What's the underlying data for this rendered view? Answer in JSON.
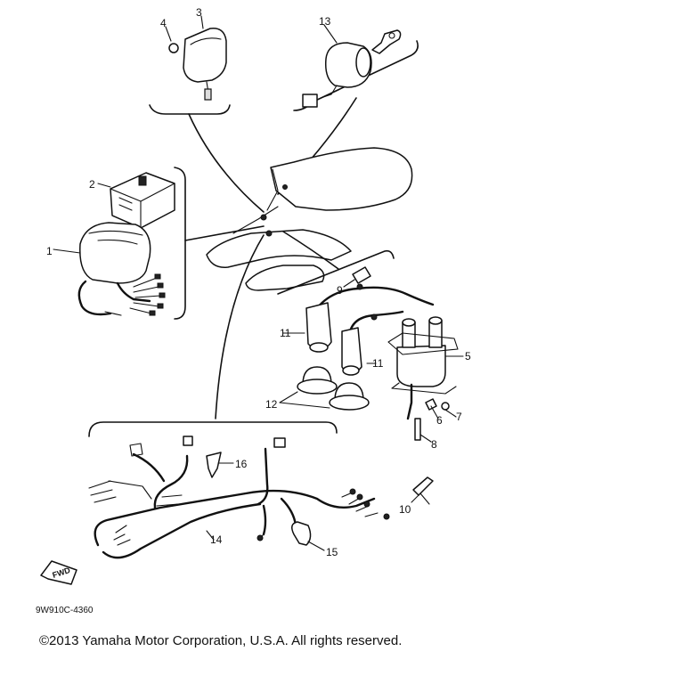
{
  "diagram": {
    "part_numbers": {
      "p1": "1",
      "p2": "2",
      "p3": "3",
      "p4": "4",
      "p5": "5",
      "p6": "6",
      "p7": "7",
      "p8": "8",
      "p9": "9",
      "p10": "10",
      "p11a": "11",
      "p11b": "11",
      "p12": "12",
      "p13": "13",
      "p14": "14",
      "p15": "15",
      "p16": "16"
    },
    "fwd_label": "FWD",
    "drawing_code": "9W910C-4360",
    "copyright": "©2013 Yamaha Motor Corporation, U.S.A. All rights reserved."
  }
}
